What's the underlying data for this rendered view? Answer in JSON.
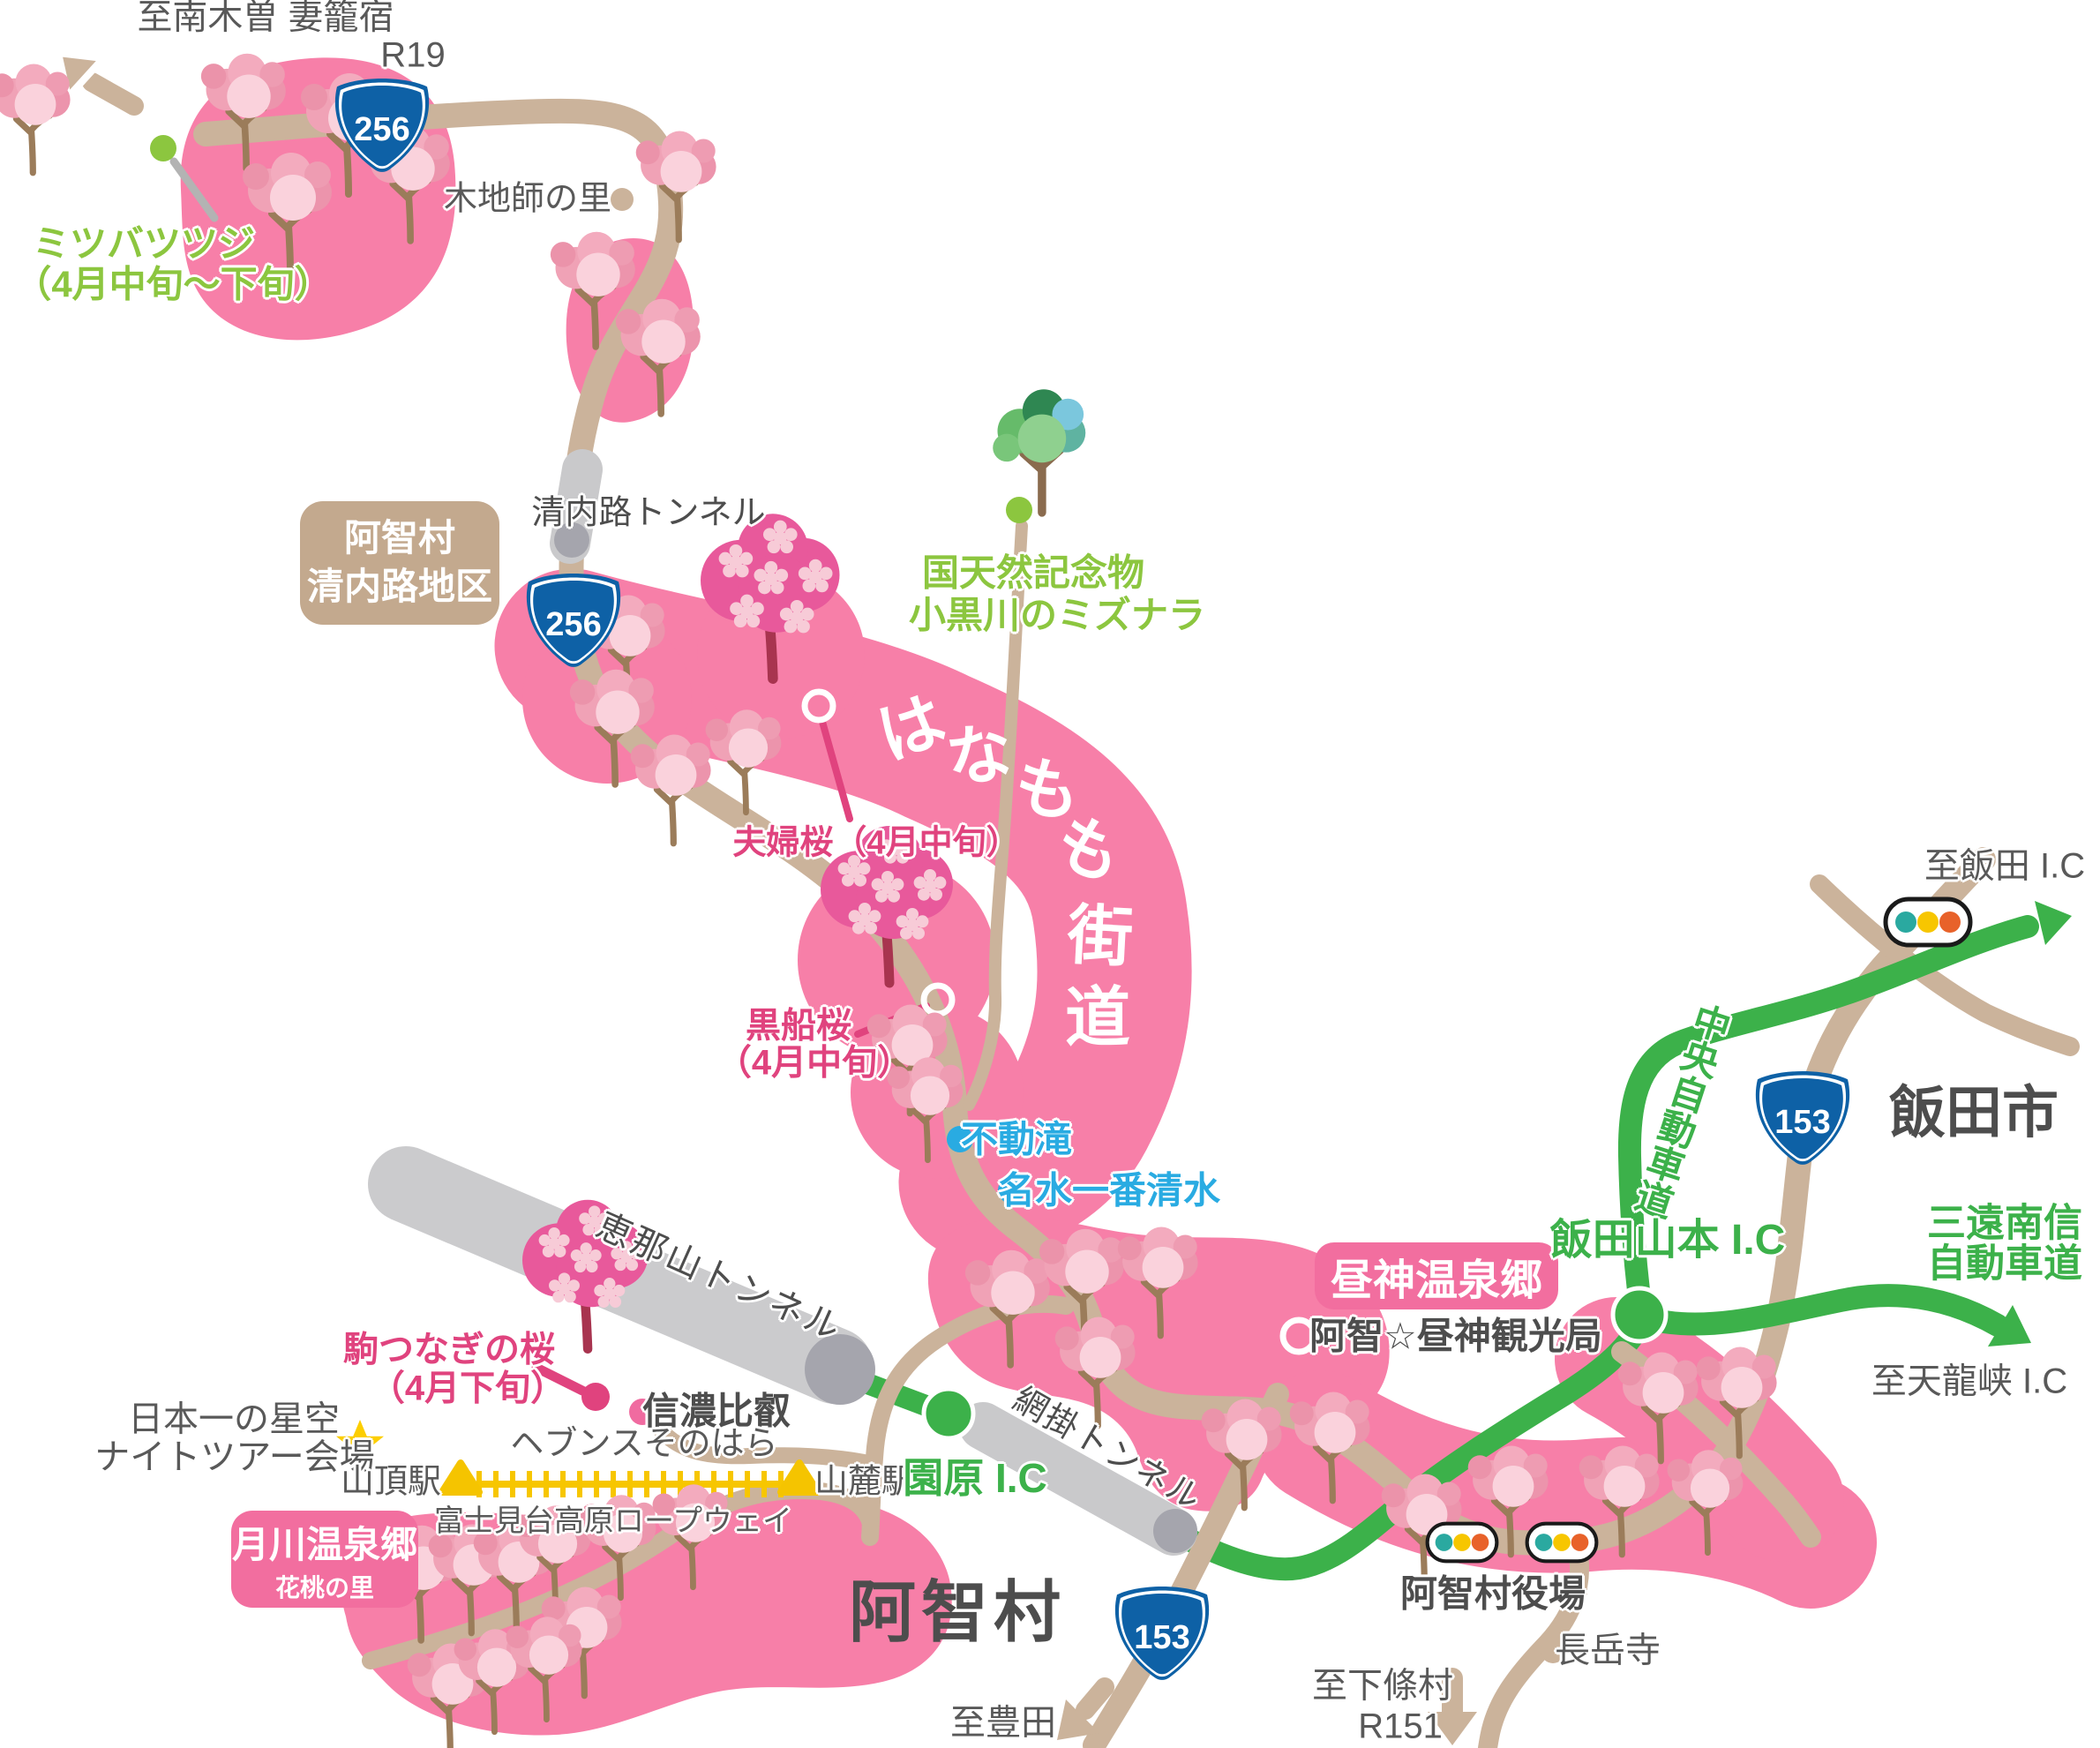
{
  "colors": {
    "area_pink": "#f77fa8",
    "ribbon_pink": "#f26e9f",
    "road_tan": "#cbb39b",
    "expressway_green": "#3cb14a",
    "green_label": "#8cc63f",
    "blue_label": "#29abe2",
    "pink_label": "#e0437e",
    "dark_label": "#4d4d4d",
    "shield_blue": "#0e61a6",
    "tunnel_gray": "#c9c9cb",
    "yellow": "#f7c600",
    "badge_tan": "#c3a98e"
  },
  "icons": {
    "star": "yellow five-point star",
    "traffic-signal": "white pill with teal, yellow and orange dots",
    "blossom-tree": "pink blossom tree",
    "featured-sakura-tree": "dark pink tree with flower petals",
    "mizunara-tree": "green leafy tree",
    "ropeway-station": "yellow triangle",
    "route-shield": "blue national route triangle shield"
  },
  "cities": {
    "iida": "飯田市",
    "achi": "阿智村"
  },
  "badges": {
    "seinaiji": {
      "line1": "阿智村",
      "line2": "清内路地区"
    },
    "hirugami": {
      "label": "昼神温泉郷"
    },
    "tsukikawa": {
      "line1": "月川温泉郷",
      "line2": "花桃の里"
    }
  },
  "route_shields": {
    "r256_top": "256",
    "r256_mid": "256",
    "r153_east": "153",
    "r153_south": "153"
  },
  "hanamomo_kaido": {
    "chars": [
      "は",
      "な",
      "も",
      "も",
      "街",
      "道"
    ]
  },
  "highways": {
    "chuo": "中央自動車道",
    "saneenanshin": {
      "line1": "三遠南信",
      "line2": "自動車道"
    },
    "iidayamamoto_ic": "飯田山本 I.C",
    "sonohara_ic": "園原 I.C"
  },
  "destinations": {
    "nagiso": {
      "line1": "至南木曽 妻籠宿",
      "line2": "R19"
    },
    "iida_ic": "至飯田 I.C",
    "tenryukyo_ic": "至天龍峡 I.C",
    "toyota": "至豊田",
    "shimojo": {
      "line1": "至下條村",
      "line2": "R151"
    }
  },
  "spots": {
    "mitsubatsutsuji": {
      "name": "ミツバツツジ",
      "season": "（4月中旬～下旬）"
    },
    "kijishi_no_sato": "木地師の里",
    "seinaiji_tunnel": "清内路トンネル",
    "mizunara": {
      "line1": "国天然記念物",
      "line2": "小黒川のミズナラ"
    },
    "meoto_zakura": "夫婦桜（4月中旬）",
    "kurofune_zakura": {
      "name": "黒船桜",
      "season": "（4月中旬）"
    },
    "fudo_taki": "不動滝",
    "meisui": "名水一番清水",
    "kanko_kyoku": "阿智☆昼神観光局",
    "komatsunagi": {
      "name": "駒つなぎの桜",
      "season": "（4月下旬）"
    },
    "shinano_hiei": "信濃比叡",
    "night_tour": {
      "line1": "日本一の星空",
      "line2": "ナイトツアー会場"
    },
    "heavens_sonohara": "ヘブンスそのはら",
    "sancho_station": "山頂駅",
    "sanroku_station": "山麓駅",
    "ropeway": "富士見台高原ロープウェイ",
    "enasan_tunnel": "恵那山トンネル",
    "amikake_tunnel": "網掛トンネル",
    "yakuba": "阿智村役場",
    "chogakuji": "長岳寺"
  }
}
